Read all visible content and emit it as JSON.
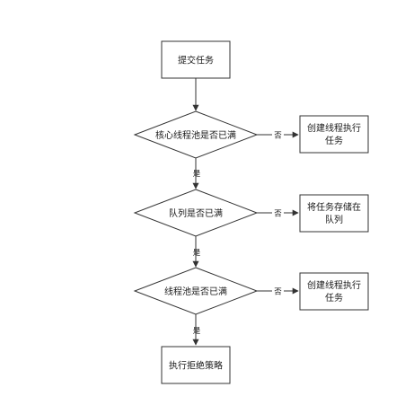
{
  "flowchart": {
    "nodes": {
      "start": {
        "lines": [
          "提交任务"
        ]
      },
      "check_core": {
        "lines": [
          "核心线程池是否已满"
        ]
      },
      "create_core": {
        "lines": [
          "创建线程执行",
          "任务"
        ]
      },
      "check_queue": {
        "lines": [
          "队列是否已满"
        ]
      },
      "enqueue": {
        "lines": [
          "将任务存储在",
          "队列"
        ]
      },
      "check_pool": {
        "lines": [
          "线程池是否已满"
        ]
      },
      "create_max": {
        "lines": [
          "创建线程执行",
          "任务"
        ]
      },
      "reject": {
        "lines": [
          "执行拒绝策略"
        ]
      }
    },
    "edge_labels": {
      "no": "否",
      "yes": "是"
    }
  }
}
